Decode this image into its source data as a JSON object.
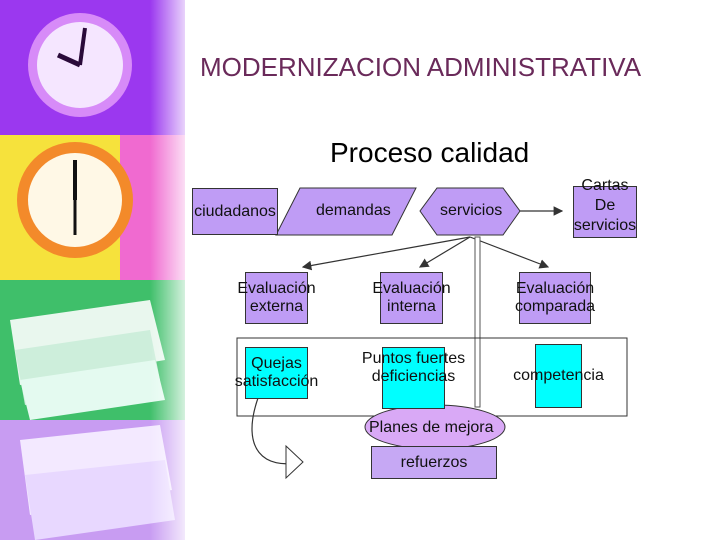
{
  "header": {
    "title": "MODERNIZACION ADMINISTRATIVA",
    "subtitle": "Proceso calidad"
  },
  "flow": {
    "ciudadanos": "ciudadanos",
    "demandas": "demandas",
    "servicios": "servicios",
    "cartas": [
      "Cartas",
      "De",
      "servicios"
    ]
  },
  "evaluation": {
    "externa": [
      "Evaluación",
      "externa"
    ],
    "interna": [
      "Evaluación",
      "interna"
    ],
    "comparada": [
      "Evaluación",
      "comparada"
    ]
  },
  "results": {
    "quejas": [
      "Quejas",
      "satisfacción"
    ],
    "puntos": [
      "Puntos fuertes",
      "deficiencias"
    ],
    "competencia": "competencia"
  },
  "improvement": {
    "planes": "Planes de mejora",
    "refuerzos": "refuerzos"
  },
  "colors": {
    "title": "#6a2a5a",
    "purple": "#bf9cf5",
    "cyan": "#00ffff",
    "ellipse": "#d9a9f6"
  }
}
